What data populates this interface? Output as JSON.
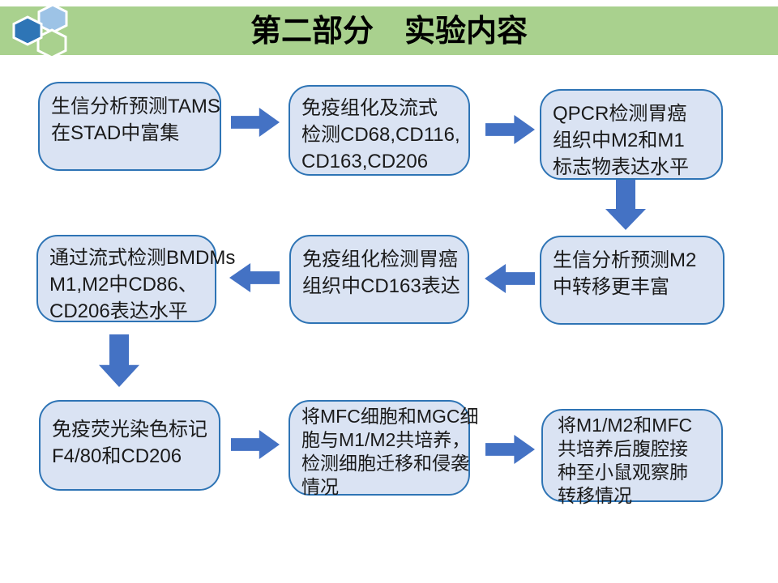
{
  "slide": {
    "title": "第二部分　实验内容",
    "theme": {
      "header_green": "#a9d18e",
      "arrow_blue": "#4472c4",
      "box_fill": "#dae3f3",
      "box_border": "#2e74b5",
      "hexagon_dark_blue": "#2e75b6",
      "hexagon_light_blue": "#9dc3e6",
      "hexagon_green": "#a9d18e"
    }
  },
  "flowchart": {
    "boxes": [
      {
        "id": 1,
        "text": "生信分析预测TAMS\n在STAD中富集"
      },
      {
        "id": 2,
        "text": "免疫组化及流式\n检测CD68,CD116,\nCD163,CD206"
      },
      {
        "id": 3,
        "text": "QPCR检测胃癌\n组织中M2和M1\n标志物表达水平"
      },
      {
        "id": 4,
        "text": "生信分析预测M2\n中转移更丰富"
      },
      {
        "id": 5,
        "text": "免疫组化检测胃癌\n组织中CD163表达"
      },
      {
        "id": 6,
        "text": "通过流式检测BMDMs\nM1,M2中CD86、\nCD206表达水平"
      },
      {
        "id": 7,
        "text": "免疫荧光染色标记\nF4/80和CD206"
      },
      {
        "id": 8,
        "text": "将MFC细胞和MGC细\n胞与M1/M2共培养，\n检测细胞迁移和侵袭\n情况"
      },
      {
        "id": 9,
        "text": "将M1/M2和MFC\n共培养后腹腔接\n种至小鼠观察肺\n转移情况"
      }
    ],
    "arrows": [
      {
        "from": 1,
        "to": 2,
        "direction": "right"
      },
      {
        "from": 2,
        "to": 3,
        "direction": "right"
      },
      {
        "from": 3,
        "to": 4,
        "direction": "down"
      },
      {
        "from": 4,
        "to": 5,
        "direction": "left"
      },
      {
        "from": 5,
        "to": 6,
        "direction": "left"
      },
      {
        "from": 6,
        "to": 7,
        "direction": "down"
      },
      {
        "from": 7,
        "to": 8,
        "direction": "right"
      },
      {
        "from": 8,
        "to": 9,
        "direction": "right"
      }
    ]
  }
}
